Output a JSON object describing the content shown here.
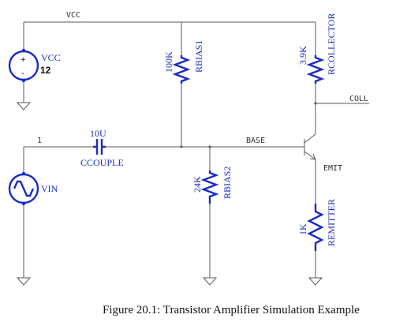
{
  "caption": "Figure 20.1: Transistor Amplifier Simulation Example",
  "nets": {
    "vcc": "VCC",
    "node1": "1",
    "base": "BASE",
    "coll": "COLL",
    "emit": "EMIT"
  },
  "components": {
    "vcc_source": {
      "name": "VCC",
      "value": "12",
      "plus": "+",
      "minus": "-"
    },
    "vin_source": {
      "name": "VIN"
    },
    "ccouple": {
      "name": "CCOUPLE",
      "value": "10U"
    },
    "rbias1": {
      "name": "RBIAS1",
      "value": "100K"
    },
    "rbias2": {
      "name": "RBIAS2",
      "value": "24K"
    },
    "rcollector": {
      "name": "RCOLLECTOR",
      "value": "3.9K"
    },
    "remitter": {
      "name": "REMITTER",
      "value": "1K"
    }
  },
  "colors": {
    "component": "#1a2cc4",
    "wire": "#5a5a5a"
  }
}
